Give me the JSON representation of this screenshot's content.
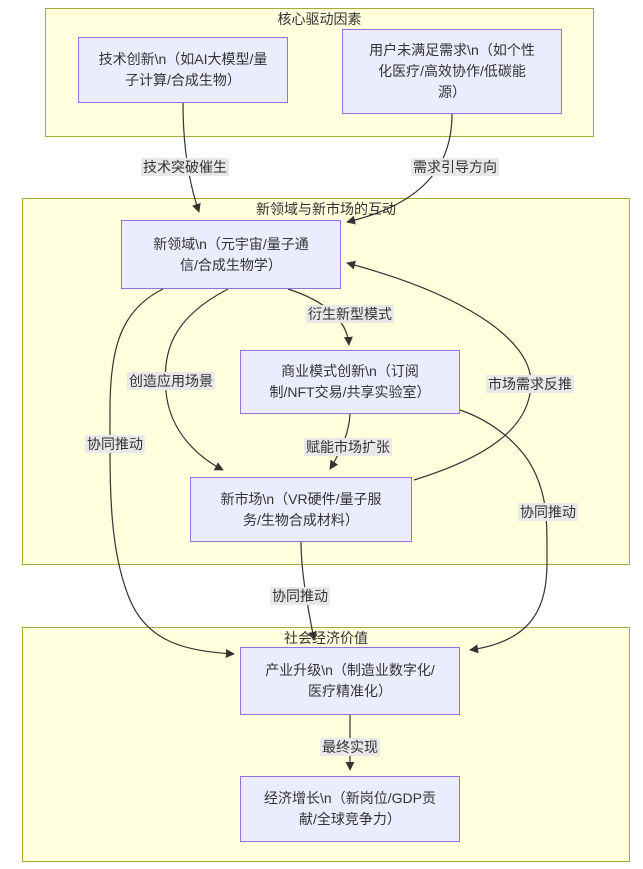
{
  "diagram": {
    "type": "flowchart",
    "direction": "top-to-bottom",
    "colors": {
      "subgraph_fill": "#ffffde",
      "subgraph_border": "#aaaa33",
      "node_fill": "#ececff",
      "node_border": "#9370db",
      "edge_color": "#333333",
      "edge_label_bg": "#e8e8e8",
      "text_color": "#333333",
      "page_bg": "#ffffff"
    }
  },
  "subgraphs": [
    {
      "title": "核心驱动因素"
    },
    {
      "title": "新领域与新市场的互动"
    },
    {
      "title": "社会经济价值"
    }
  ],
  "nodes": {
    "tech_innovation": {
      "label": "技术创新\\n（如AI大模型/量子计算/合成生物）",
      "lines": [
        "技术创新\\n（如AI大模型/量",
        "子计算/合成生物）"
      ]
    },
    "unmet_needs": {
      "label": "用户未满足需求\\n（如个性化医疗/高效协作/低碳能源）",
      "lines": [
        "用户未满足需求\\n（如个性",
        "化医疗/高效协作/低碳能",
        "源）"
      ]
    },
    "new_domains": {
      "label": "新领域\\n（元宇宙/量子通信/合成生物学）",
      "lines": [
        "新领域\\n（元宇宙/量子通",
        "信/合成生物学）"
      ]
    },
    "business_model": {
      "label": "商业模式创新\\n（订阅制/NFT交易/共享实验室）",
      "lines": [
        "商业模式创新\\n（订阅",
        "制/NFT交易/共享实验室）"
      ]
    },
    "new_markets": {
      "label": "新市场\\n（VR硬件/量子服务/生物合成材料）",
      "lines": [
        "新市场\\n（VR硬件/量子服",
        "务/生物合成材料）"
      ]
    },
    "industry_upgrade": {
      "label": "产业升级\\n（制造业数字化/医疗精准化）",
      "lines": [
        "产业升级\\n（制造业数字化/",
        "医疗精准化）"
      ]
    },
    "economic_growth": {
      "label": "经济增长\\n（新岗位/GDP贡献/全球竞争力）",
      "lines": [
        "经济增长\\n（新岗位/GDP贡",
        "献/全球竞争力）"
      ]
    }
  },
  "edges": [
    {
      "from": "tech_innovation",
      "to": "new_domains",
      "label": "技术突破催生"
    },
    {
      "from": "unmet_needs",
      "to": "new_domains",
      "label": "需求引导方向"
    },
    {
      "from": "new_domains",
      "to": "business_model",
      "label": "衍生新型模式"
    },
    {
      "from": "new_domains",
      "to": "new_markets",
      "label": "创造应用场景"
    },
    {
      "from": "business_model",
      "to": "new_markets",
      "label": "赋能市场扩张"
    },
    {
      "from": "new_markets",
      "to": "new_domains",
      "label": "市场需求反推"
    },
    {
      "from": "new_domains",
      "to": "industry_upgrade",
      "label": "协同推动"
    },
    {
      "from": "business_model",
      "to": "industry_upgrade",
      "label": "协同推动"
    },
    {
      "from": "new_markets",
      "to": "industry_upgrade",
      "label": "协同推动"
    },
    {
      "from": "industry_upgrade",
      "to": "economic_growth",
      "label": "最终实现"
    }
  ]
}
